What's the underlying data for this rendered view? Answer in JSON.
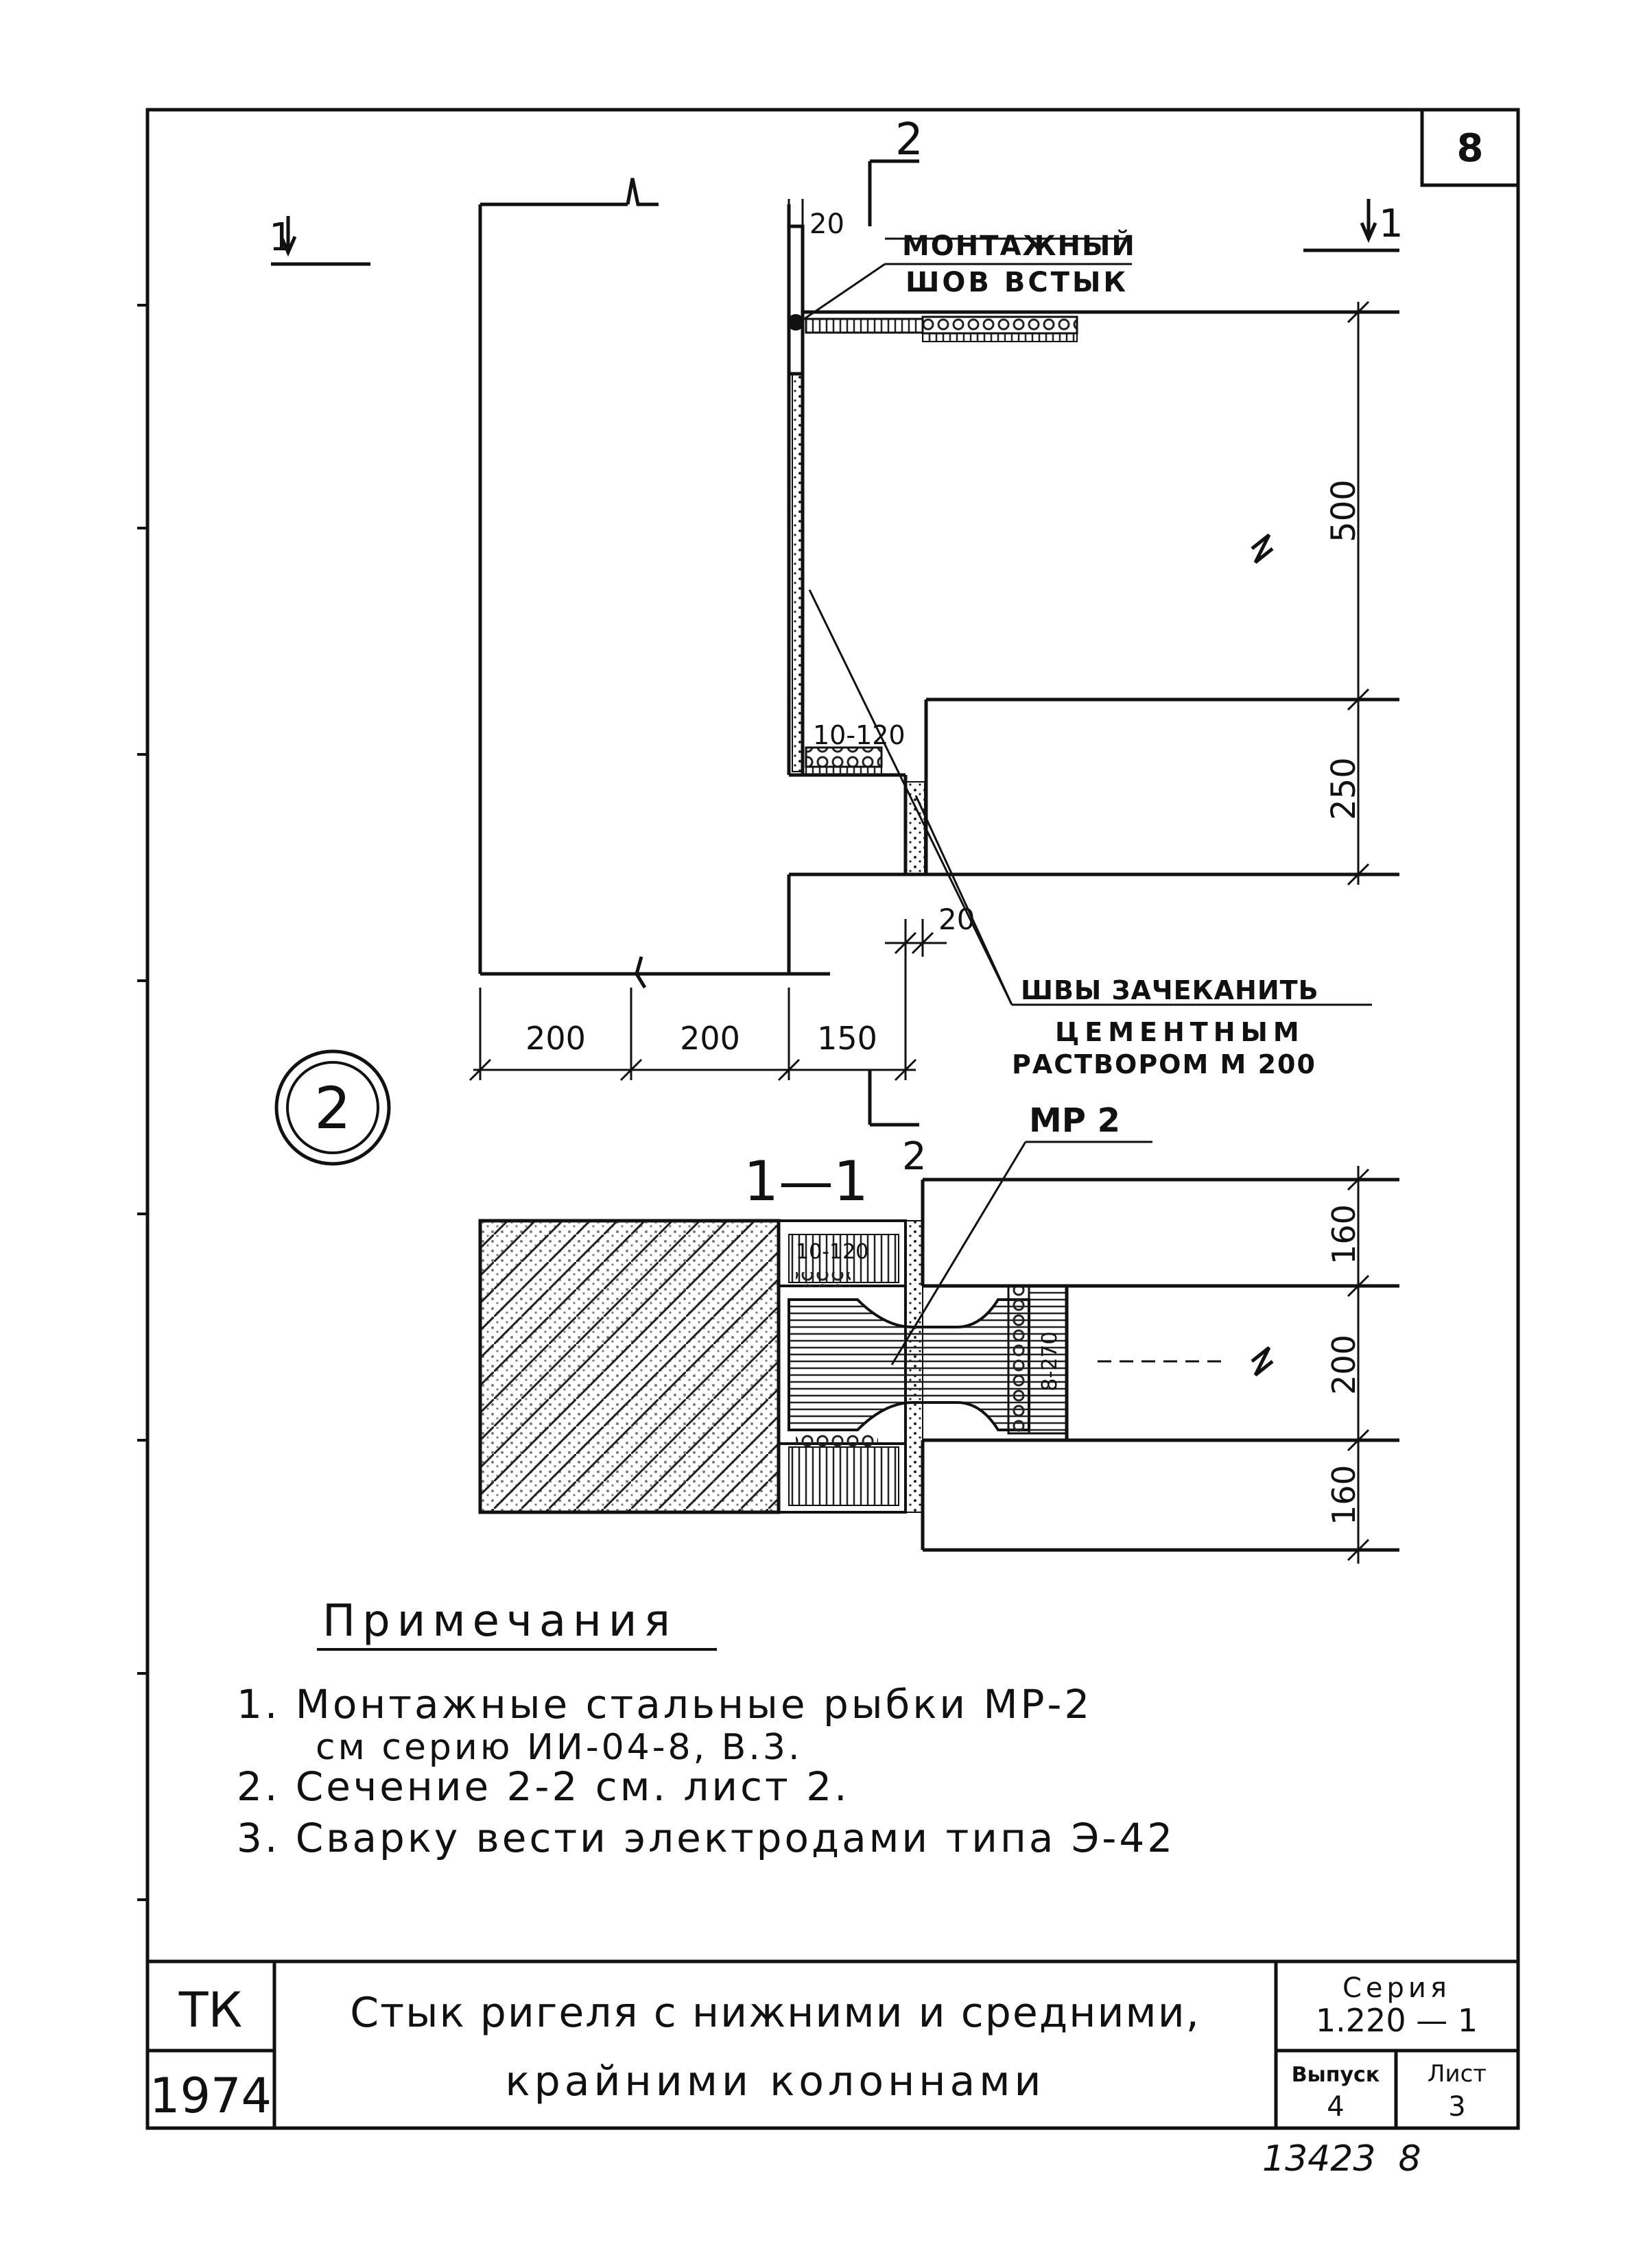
{
  "sheet_badge": "8",
  "drawing": {
    "section_mark_1_left": "1",
    "section_mark_1_right": "1",
    "section_mark_2_top": "2",
    "section_mark_2_bottom": "2",
    "detail_number": "2",
    "label_weld_line1": "МОНТАЖНЫЙ",
    "label_weld_line2": "ШОВ ВСТЫК",
    "label_grout_line1": "ШВЫ ЗАЧЕКАНИТЬ",
    "label_grout_line2": "ЦЕМЕНТНЫМ",
    "label_grout_line3": "РАСТВОРОМ  М 200",
    "label_mp2": "МР 2",
    "section_title": "1—1",
    "dim_20_top": "20",
    "dim_10_120": "10-120",
    "dim_20_bottom": "20",
    "dim_500": "500",
    "dim_250": "250",
    "dim_200_a": "200",
    "dim_200_b": "200",
    "dim_150": "150",
    "dim_160_top": "160",
    "dim_200_v": "200",
    "dim_160_bottom": "160",
    "dim_10_120_section": "10-120",
    "dim_8_270": "8-270"
  },
  "notes": {
    "heading": "Примечания",
    "item1_line1": "1. Монтажные  стальные рыбки МР-2",
    "item1_line2": "см  серию  ИИ-04-8, В.3.",
    "item2": "2. Сечение  2-2   см. лист 2.",
    "item3": "3. Сварку вести  электродами  типа Э-42"
  },
  "title_block": {
    "org": "ТК",
    "year": "1974",
    "title_line1": "Стык ригеля с нижними и средними,",
    "title_line2": "крайними   колоннами",
    "series_label": "Серия",
    "series_value": "1.220 — 1",
    "issue_label": "Выпуск",
    "issue_value": "4",
    "sheet_label": "Лист",
    "sheet_value": "3"
  },
  "handwritten_number": "13423  8"
}
